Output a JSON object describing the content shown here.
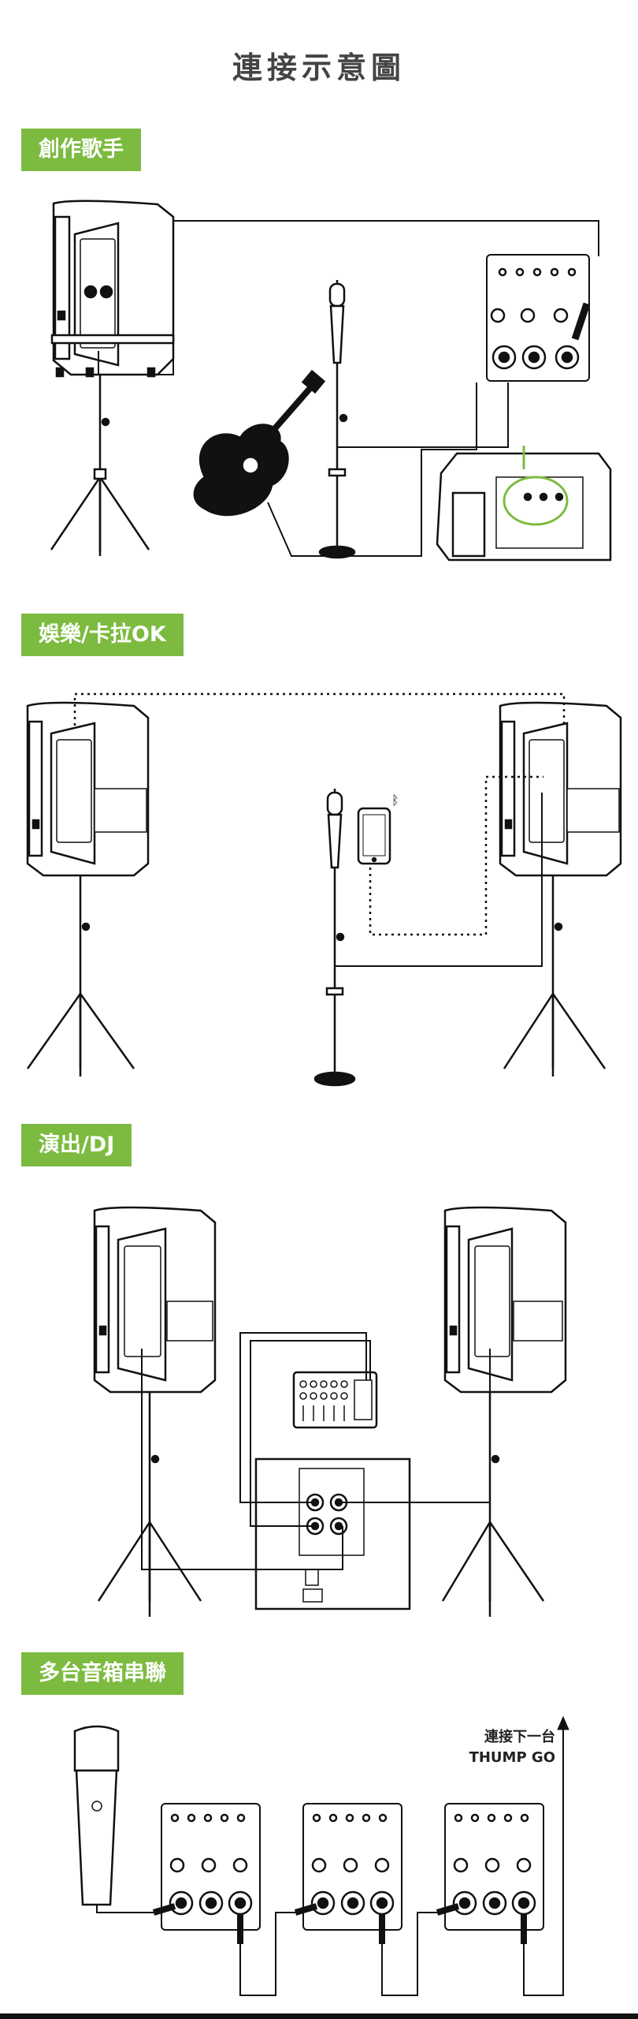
{
  "title": "連接示意圖",
  "sections": [
    {
      "label": "創作歌手"
    },
    {
      "label": "娛樂/卡拉OK"
    },
    {
      "label": "演出/DJ"
    },
    {
      "label": "多台音箱串聯"
    }
  ],
  "daisy_chain_note": {
    "line1": "連接下一台",
    "line2": "THUMP GO"
  },
  "colors": {
    "accent": "#7cbb3f",
    "link": "#7cbb3f",
    "ink": "#111111"
  }
}
